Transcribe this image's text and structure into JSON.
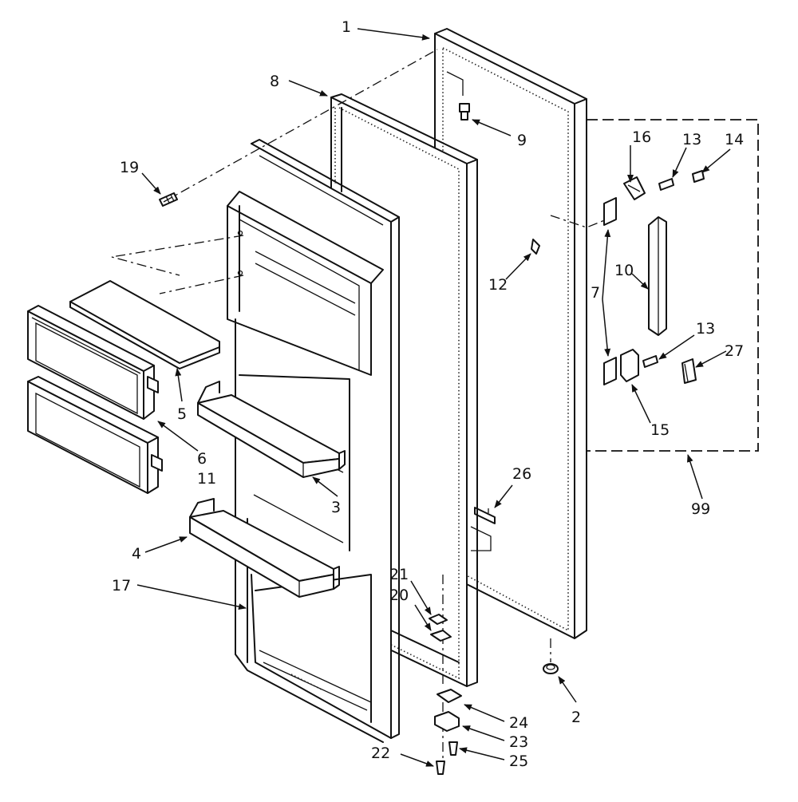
{
  "diagram": {
    "callouts": [
      "1",
      "2",
      "3",
      "4",
      "5",
      "6",
      "7",
      "8",
      "9",
      "10",
      "11",
      "12",
      "13",
      "14",
      "15",
      "16",
      "17",
      "19",
      "20",
      "21",
      "22",
      "23",
      "24",
      "25",
      "26",
      "27",
      "99"
    ],
    "labels": {
      "n1": "1",
      "n2": "2",
      "n3": "3",
      "n4": "4",
      "n5": "5",
      "n6": "6",
      "n7": "7",
      "n8": "8",
      "n9": "9",
      "n10": "10",
      "n11": "11",
      "n12": "12",
      "n13": "13",
      "n14": "14",
      "n15": "15",
      "n16": "16",
      "n17": "17",
      "n19": "19",
      "n20": "20",
      "n21": "21",
      "n22": "22",
      "n23": "23",
      "n24": "24",
      "n25": "25",
      "n26": "26",
      "n27": "27",
      "n99": "99"
    },
    "line_color": "#111111",
    "background": "#ffffff"
  }
}
